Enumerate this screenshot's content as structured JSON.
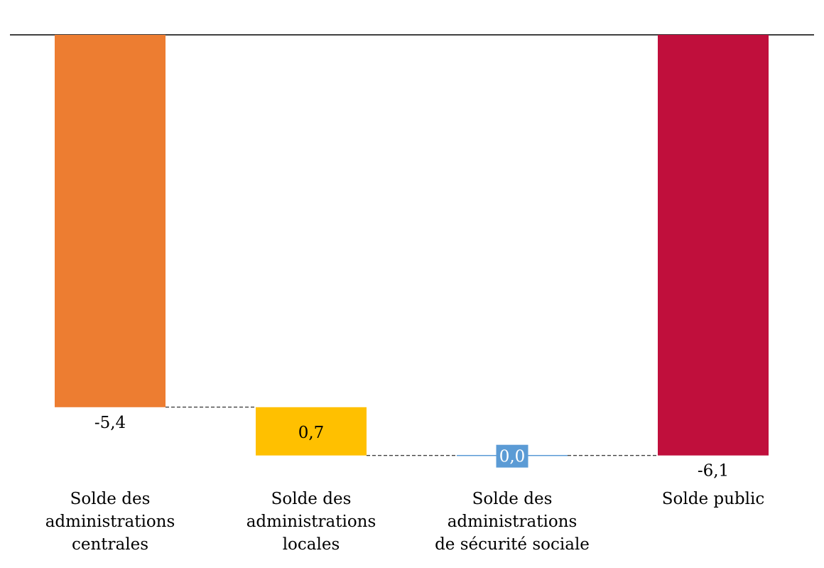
{
  "chart_data": {
    "type": "waterfall",
    "title": "",
    "xlabel": "",
    "ylabel": "",
    "ylim": [
      -6.1,
      0
    ],
    "grid": false,
    "categories": [
      [
        "Solde des",
        "administrations",
        "centrales"
      ],
      [
        "Solde des",
        "administrations",
        "locales"
      ],
      [
        "Solde des",
        "administrations",
        "de sécurité sociale"
      ],
      [
        "Solde public"
      ]
    ],
    "bars": [
      {
        "start": 0,
        "end": -5.4,
        "label": "-5,4",
        "color": "#ED7D31",
        "label_pos": "below"
      },
      {
        "start": -5.4,
        "end": -6.1,
        "label": "0,7",
        "color": "#FFC000",
        "label_pos": "inside"
      },
      {
        "start": -6.1,
        "end": -6.1,
        "label": "0,0",
        "color": "#5B9BD5",
        "label_pos": "boxed"
      },
      {
        "start": 0,
        "end": -6.1,
        "label": "-6,1",
        "color": "#C00F3C",
        "label_pos": "below"
      }
    ]
  }
}
